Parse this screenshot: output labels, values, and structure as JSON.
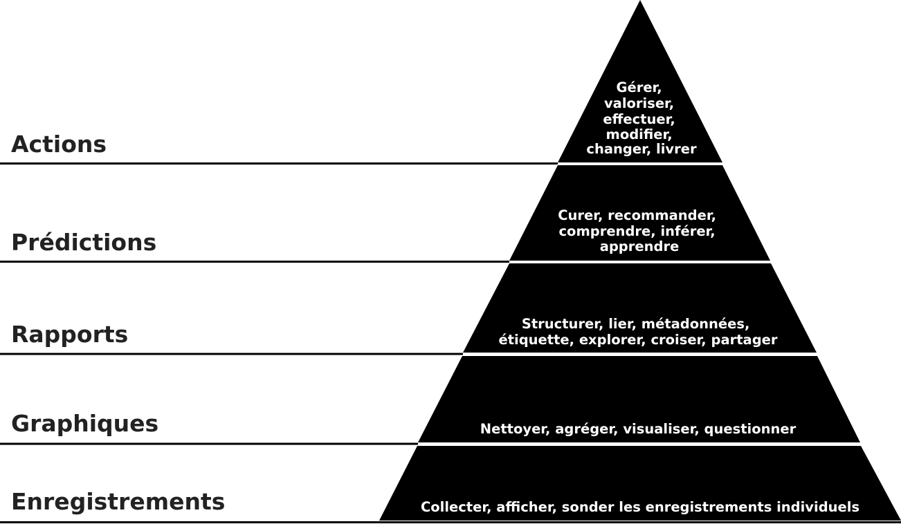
{
  "colors": {
    "tier_fill": "#000000",
    "tier_text": "#ffffff",
    "label_text": "#222222",
    "background": "#ffffff"
  },
  "levels": [
    {
      "label": "Actions",
      "lines": [
        "Gérer,",
        "valoriser,",
        "effectuer,",
        "modifier,",
        "changer, livrer"
      ]
    },
    {
      "label": "Prédictions",
      "lines": [
        "Curer, recommander,",
        "comprendre, inférer,",
        "apprendre"
      ]
    },
    {
      "label": "Rapports",
      "lines": [
        "Structurer, lier, métadonnées,",
        "étiquette, explorer, croiser, partager"
      ]
    },
    {
      "label": "Graphiques",
      "lines": [
        "Nettoyer, agréger, visualiser, questionner"
      ]
    },
    {
      "label": "Enregistrements",
      "lines": [
        "Collecter, afficher, sonder les enregistrements individuels"
      ]
    }
  ]
}
